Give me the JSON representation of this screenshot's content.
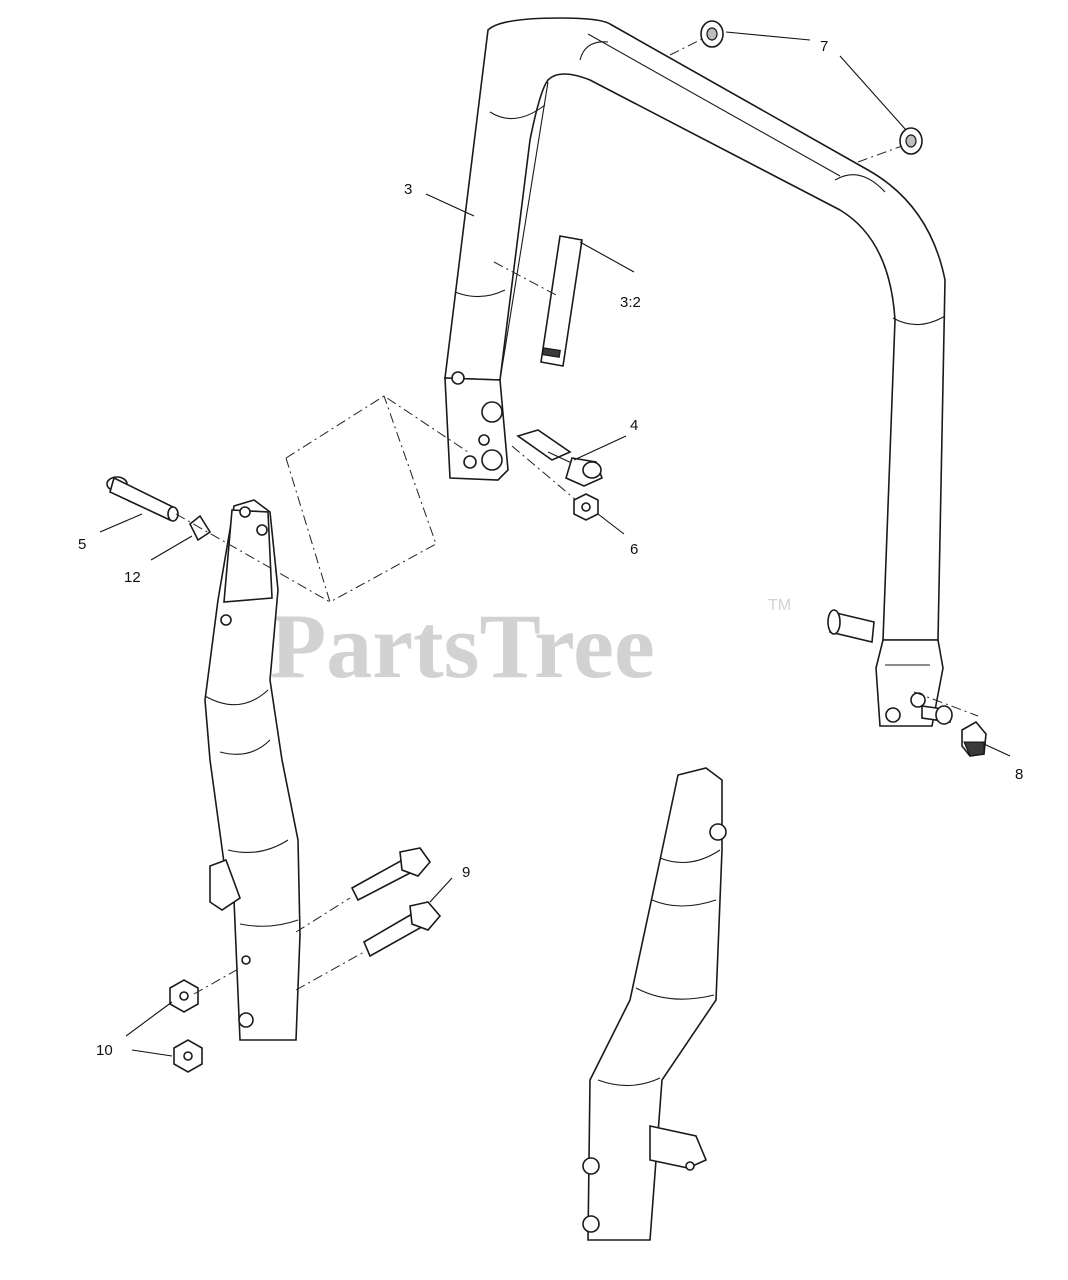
{
  "watermark": {
    "text": "PartsTree",
    "trademark": "TM"
  },
  "callouts": [
    {
      "id": "3",
      "label": "3"
    },
    {
      "id": "3-2",
      "label": "3:2"
    },
    {
      "id": "4",
      "label": "4"
    },
    {
      "id": "5",
      "label": "5"
    },
    {
      "id": "6",
      "label": "6"
    },
    {
      "id": "7",
      "label": "7"
    },
    {
      "id": "8",
      "label": "8"
    },
    {
      "id": "9",
      "label": "9"
    },
    {
      "id": "10",
      "label": "10"
    },
    {
      "id": "12",
      "label": "12"
    }
  ]
}
